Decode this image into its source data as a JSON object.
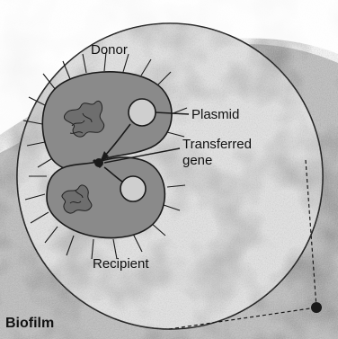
{
  "labels": {
    "donor": "Donor",
    "plasmid": "Plasmid",
    "transferred_gene_line1": "Transferred",
    "transferred_gene_line2": "gene",
    "recipient": "Recipient",
    "biofilm": "Biofilm"
  },
  "colors": {
    "cell_fill": "#8a8a8a",
    "cell_stroke": "#1a1a1a",
    "zoom_circle_fill": "#e2e2e2",
    "biofilm_background": "#b9b9b9",
    "text": "#111111"
  }
}
